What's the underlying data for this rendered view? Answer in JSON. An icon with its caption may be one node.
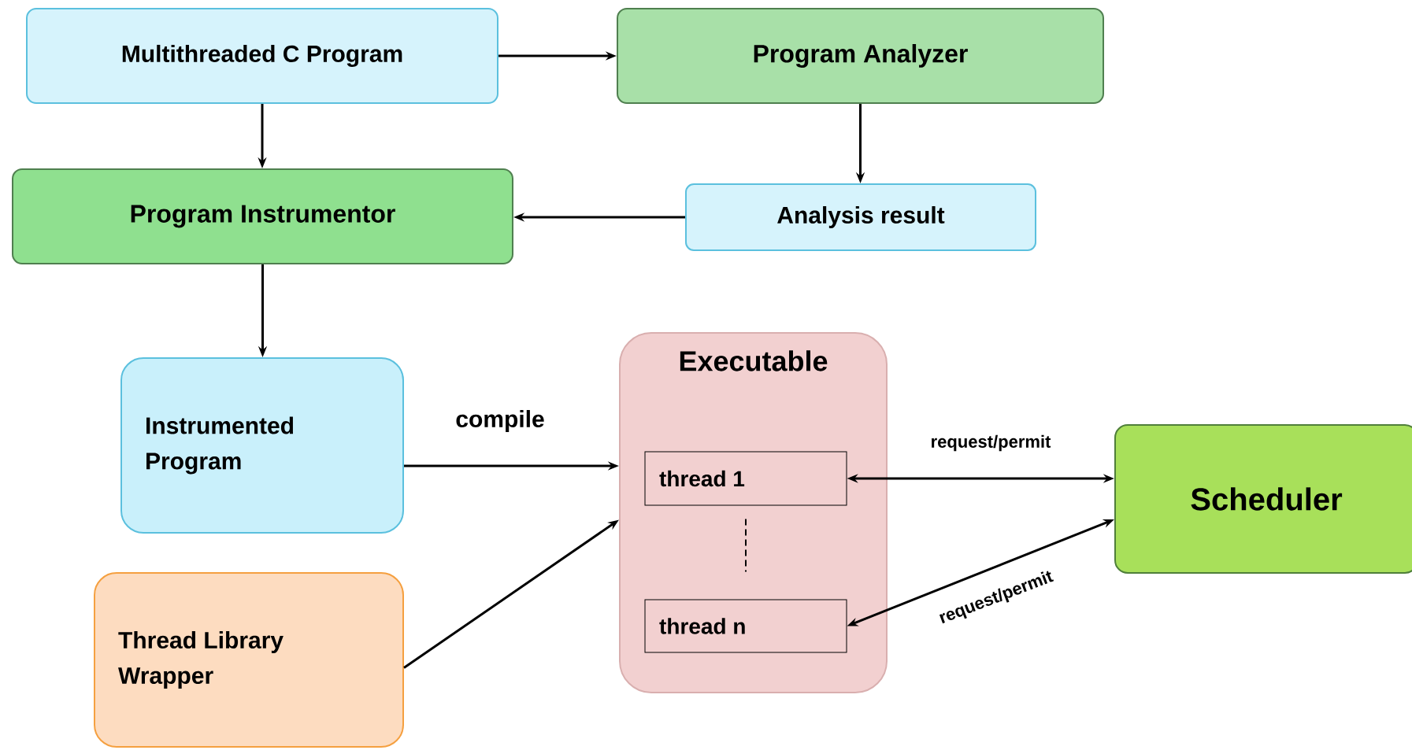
{
  "diagram": {
    "nodes": [
      {
        "text": [
          "Multithreaded C Program"
        ]
      },
      {
        "text": [
          "Program Analyzer"
        ]
      },
      {
        "text": [
          "Program Instrumentor"
        ]
      },
      {
        "text": [
          "Analysis result"
        ]
      },
      {
        "text": [
          "Instrumented Program"
        ]
      },
      {
        "text": [
          "Executable"
        ]
      },
      {
        "text": [
          "thread 1"
        ],
        "in": 5
      },
      {
        "text": [
          "thread n"
        ],
        "in": 5
      },
      {
        "text": [
          "Thread Library Wrapper"
        ]
      },
      {
        "text": [
          "Scheduler"
        ]
      }
    ],
    "edges": [
      {
        "from": 0,
        "to": 1,
        "arrow": "to"
      },
      {
        "from": 0,
        "to": 2,
        "arrow": "to"
      },
      {
        "from": 1,
        "to": 3,
        "arrow": "to"
      },
      {
        "from": 3,
        "to": 2,
        "arrow": "to"
      },
      {
        "from": 2,
        "to": 4,
        "arrow": "to"
      },
      {
        "from": 4,
        "to": 5,
        "arrow": "to",
        "label": "compile"
      },
      {
        "from": 8,
        "to": 5,
        "arrow": "to"
      },
      {
        "from": 6,
        "to": 9,
        "arrow": "both",
        "label": "request/permit"
      },
      {
        "from": 7,
        "to": 9,
        "arrow": "both",
        "label": "request/permit"
      },
      {
        "from": 6,
        "to": 7,
        "arrow": "none",
        "style": "dashed"
      }
    ]
  }
}
